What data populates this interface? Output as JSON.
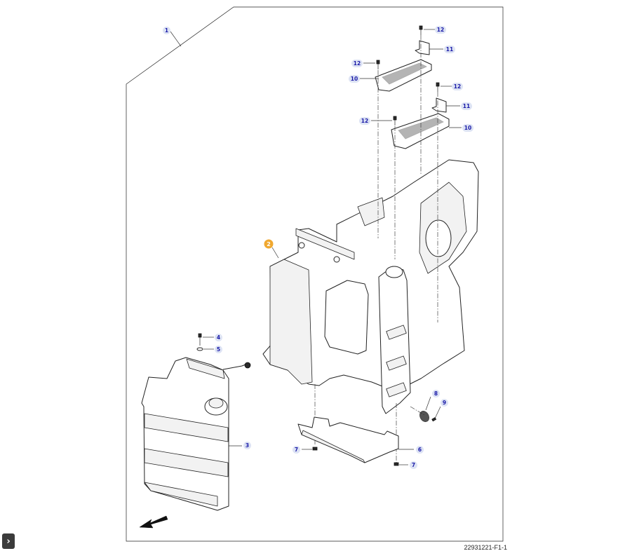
{
  "diagram": {
    "callouts": [
      {
        "id": "c1",
        "label": "1"
      },
      {
        "id": "c4",
        "label": "4"
      },
      {
        "id": "c5",
        "label": "5"
      },
      {
        "id": "c3",
        "label": "3"
      },
      {
        "id": "c12a",
        "label": "12"
      },
      {
        "id": "c11a",
        "label": "11"
      },
      {
        "id": "c12b",
        "label": "12"
      },
      {
        "id": "c10a",
        "label": "10"
      },
      {
        "id": "c12c",
        "label": "12"
      },
      {
        "id": "c11b",
        "label": "11"
      },
      {
        "id": "c12d",
        "label": "12"
      },
      {
        "id": "c10b",
        "label": "10"
      },
      {
        "id": "c8",
        "label": "8"
      },
      {
        "id": "c9",
        "label": "9"
      },
      {
        "id": "c6",
        "label": "6"
      },
      {
        "id": "c7a",
        "label": "7"
      },
      {
        "id": "c7b",
        "label": "7"
      }
    ],
    "highlight_marker": {
      "label": "2",
      "color": "#f0a830"
    },
    "document_id": "22931221-F1-1"
  },
  "ui": {
    "expand_icon": "chevron-right-icon",
    "direction_icon": "front-direction-arrow-icon"
  }
}
